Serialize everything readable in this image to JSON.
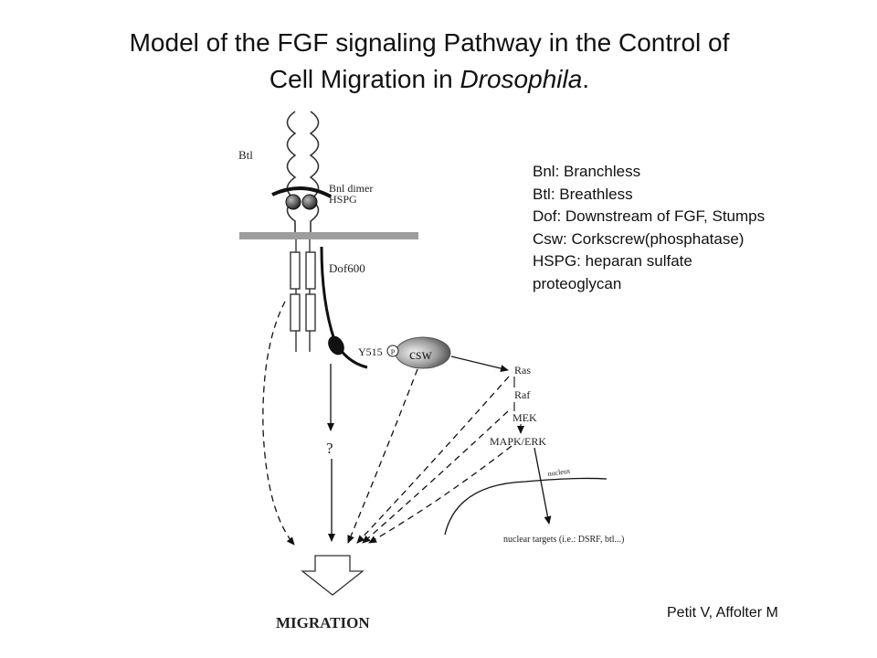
{
  "title": {
    "line1": "Model of the FGF signaling Pathway in the Control of",
    "line2_plain": "Cell Migration in ",
    "line2_italic": "Drosophila",
    "line2_end": "."
  },
  "legend": [
    "Bnl: Branchless",
    "Btl: Breathless",
    "Dof: Downstream of FGF, Stumps",
    "Csw: Corkscrew(phosphatase)",
    "HSPG: heparan sulfate",
    "proteoglycan"
  ],
  "diagram": {
    "btl": "Btl",
    "bnl_dimer": "Bnl dimer",
    "hspg": "HSPG",
    "dof600": "Dof600",
    "y515": "Y515",
    "phospho": "P",
    "csw": "csw",
    "ras": "Ras",
    "raf": "Raf",
    "mek": "MEK",
    "mapk": "MAPK/ERK",
    "nucleus": "nucleus",
    "question": "?",
    "nuclear_targets": "nuclear targets (i.e.: DSRF, btl...)",
    "migration": "MIGRATION"
  },
  "credit": "Petit V, Affolter M"
}
